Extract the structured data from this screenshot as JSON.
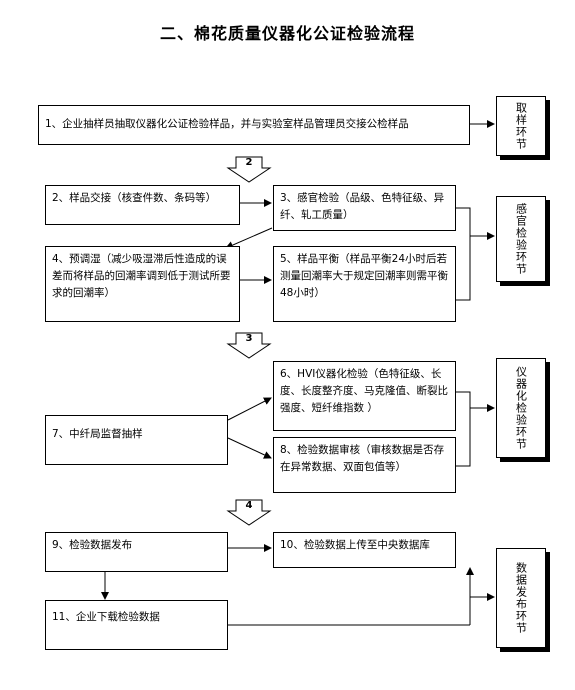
{
  "title": "二、棉花质量仪器化公证检验流程",
  "steps": {
    "s1": "1、企业抽样员抽取仪器化公证检验样品，并与实验室样品管理员交接公检样品",
    "s2": "2、样品交接（核查件数、条码等）",
    "s3": "3、感官检验（品级、色特征级、异纤、轧工质量）",
    "s4": "4、预调湿（减少吸湿滞后性造成的误差而将样品的回潮率调到低于测试所要求的回潮率）",
    "s5": "5、样品平衡（样品平衡24小时后若测量回潮率大于规定回潮率则需平衡48小时）",
    "s6": "6、HVI仪器化检验（色特征级、长度、长度整齐度、马克隆值、断裂比强度、短纤维指数 ）",
    "s7": "7、中纤局监督抽样",
    "s8": "8、检验数据审核（审核数据是否存在异常数据、双面包值等）",
    "s9": "9、检验数据发布",
    "s10": "10、检验数据上传至中央数据库",
    "s11": "11、企业下载检验数据"
  },
  "stages": {
    "sampling": "取样环节",
    "sensory": "感官检验环节",
    "instrument": "仪器化检验环节",
    "publish": "数据发布环节"
  },
  "stage_numbers": [
    "2",
    "3",
    "4"
  ]
}
